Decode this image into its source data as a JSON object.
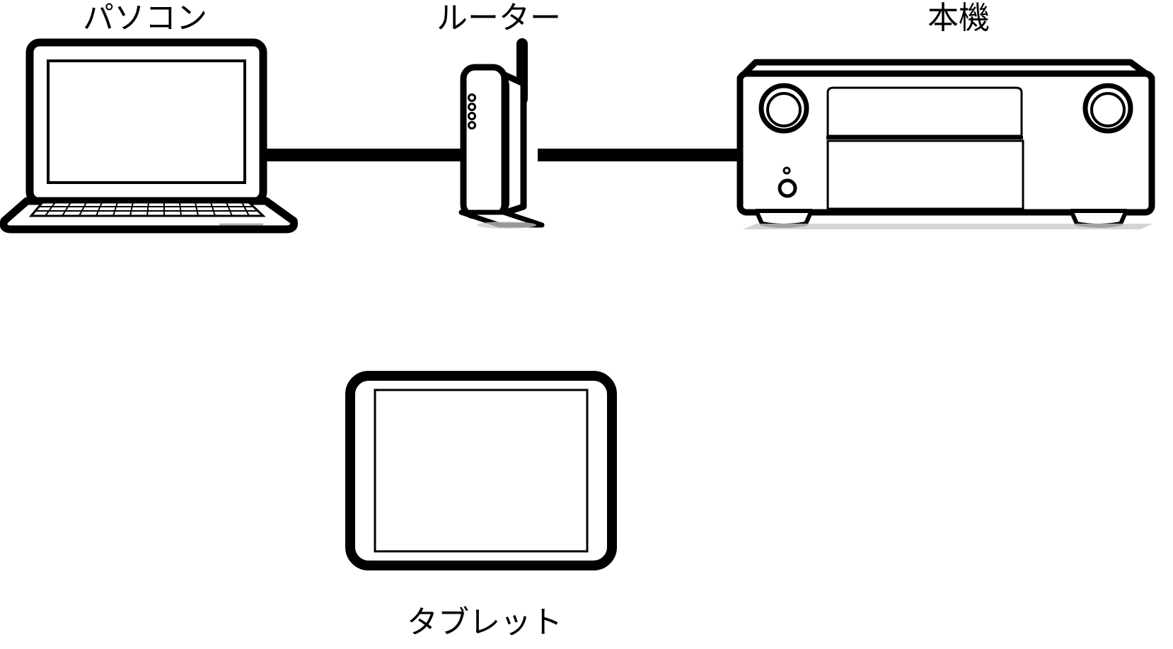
{
  "diagram": {
    "title": "Network connection diagram",
    "background_color": "#ffffff",
    "line_color": "#000000",
    "shadow_color": "#c9c9c9",
    "devices": [
      {
        "id": "laptop",
        "label": "パソコン",
        "icon": "laptop-icon",
        "label_position": "above",
        "parts": [
          "screen",
          "keyboard",
          "base"
        ]
      },
      {
        "id": "router",
        "label": "ルーター",
        "icon": "router-icon",
        "label_position": "above",
        "led_count": 4,
        "parts": [
          "antenna",
          "body",
          "leds",
          "stand"
        ]
      },
      {
        "id": "receiver",
        "label": "本機",
        "icon": "av-receiver-icon",
        "label_position": "above",
        "knob_count": 2,
        "parts": [
          "top-panel",
          "left-knob",
          "right-knob",
          "display",
          "power-button",
          "power-led",
          "feet"
        ]
      },
      {
        "id": "tablet",
        "label": "タブレット",
        "icon": "tablet-icon",
        "label_position": "below",
        "parts": [
          "bezel",
          "screen"
        ]
      }
    ],
    "connections": [
      {
        "id": "cable-pc-router",
        "from": "laptop",
        "to": "router",
        "type": "wired-cable"
      },
      {
        "id": "cable-router-receiver",
        "from": "router",
        "to": "receiver",
        "type": "wired-cable"
      }
    ]
  }
}
